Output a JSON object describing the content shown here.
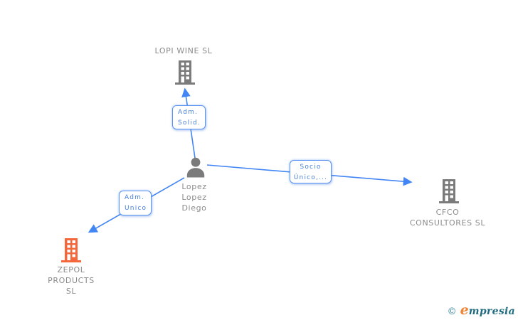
{
  "colors": {
    "line_blue": "#4285f4",
    "box_border_blue": "#5c93ef",
    "box_text_blue": "#4a7fd8",
    "icon_gray": "#7b7b7b",
    "text_gray": "#8b8b8b",
    "icon_orange": "#f4673a",
    "logo_copyright_teal": "#2e7f96",
    "logo_orange": "#ef8435",
    "logo_teal": "#1f6b80"
  },
  "person": {
    "lines": [
      "Lopez",
      "Lopez",
      "Diego"
    ]
  },
  "companies": {
    "lopi_wine": {
      "lines": [
        "LOPI WINE SL"
      ]
    },
    "cfco": {
      "lines": [
        "CFCO",
        "CONSULTORES SL"
      ]
    },
    "zepol": {
      "lines": [
        "ZEPOL",
        "PRODUCTS",
        "SL"
      ]
    }
  },
  "relations": {
    "adm_solid": {
      "lines": [
        "Adm.",
        "Solid."
      ],
      "from": "Lopez Lopez Diego",
      "to": "LOPI WINE SL"
    },
    "socio_unico": {
      "lines": [
        "Socio",
        "Único,..."
      ],
      "from": "Lopez Lopez Diego",
      "to": "CFCO CONSULTORES SL"
    },
    "adm_unico": {
      "lines": [
        "Adm.",
        "Unico"
      ],
      "from": "Lopez Lopez Diego",
      "to": "ZEPOL PRODUCTS SL"
    }
  },
  "watermark": {
    "copyright": "©",
    "brand_first_letter": "e",
    "brand_rest": "mpresia"
  }
}
